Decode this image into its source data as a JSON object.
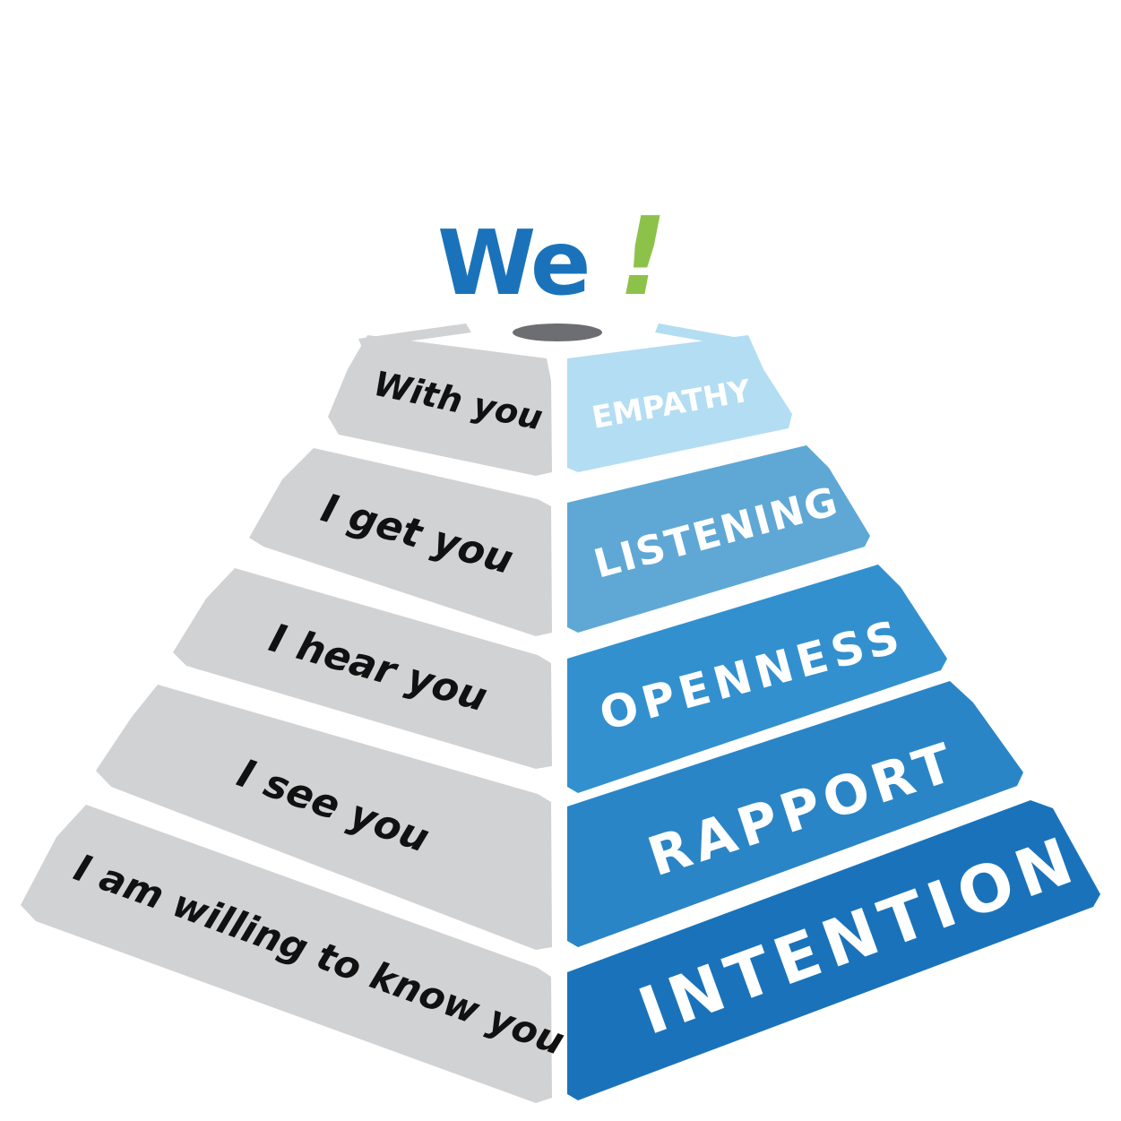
{
  "logo": {
    "word": "We",
    "mark": "!",
    "word_color": "#1a73ba",
    "mark_color": "#8dc24a"
  },
  "colors": {
    "left_face": "#d1d2d4",
    "top_rim": "#d1d2d4",
    "right_top_rim": "#b3ddf2",
    "peak_cap": "#6d6e71"
  },
  "levels": [
    {
      "left": "With you",
      "right": "EMPATHY",
      "right_color": "#b3ddf2"
    },
    {
      "left": "I get you",
      "right": "LISTENING",
      "right_color": "#5fa8d6"
    },
    {
      "left": "I hear you",
      "right": "OPENNESS",
      "right_color": "#3390cf"
    },
    {
      "left": "I see you",
      "right": "RAPPORT",
      "right_color": "#2a85c6"
    },
    {
      "left": "I am willing to know you",
      "right": "INTENTION",
      "right_color": "#1a73ba"
    }
  ]
}
